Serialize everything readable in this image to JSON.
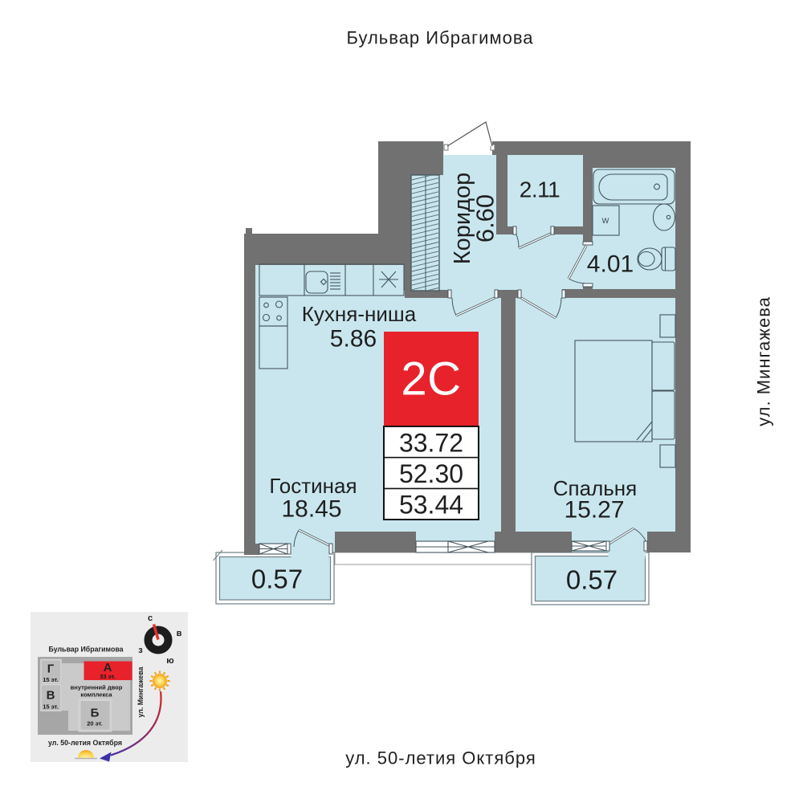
{
  "streets": {
    "top": "Бульвар Ибрагимова",
    "right": "ул. Мингажева",
    "bottom": "ул. 50-летия Октября"
  },
  "unit": {
    "type": "2C",
    "area_living": "33.72",
    "area_main": "52.30",
    "area_total": "53.44"
  },
  "rooms": {
    "corridor": {
      "name": "Коридор",
      "area": "6.60"
    },
    "storage": {
      "area": "2.11"
    },
    "bathroom": {
      "area": "4.01"
    },
    "kitchen": {
      "name": "Кухня-ниша",
      "area": "5.86"
    },
    "living": {
      "name": "Гостиная",
      "area": "18.45"
    },
    "bedroom": {
      "name": "Спальня",
      "area": "15.27"
    },
    "balcony_left": {
      "area": "0.57"
    },
    "balcony_right": {
      "area": "0.57"
    },
    "washer_label": "w"
  },
  "minimap": {
    "street_top": "Бульвар Ибрагимова",
    "street_right": "ул. Мингажева",
    "street_bottom": "ул. 50-летия Октября",
    "courtyard_line1": "внутренний двор",
    "courtyard_line2": "комплекса",
    "building_g": {
      "label": "Г",
      "floors": "15 эт."
    },
    "building_v": {
      "label": "В",
      "floors": "15 эт."
    },
    "building_a": {
      "label": "А",
      "floors": "33 эт."
    },
    "building_b": {
      "label": "Б",
      "floors": "20 эт."
    },
    "compass": {
      "north": "с",
      "east": "в",
      "west": "з",
      "south": "ю"
    }
  },
  "colors": {
    "wall": "#717171",
    "room_fill": "#c9e6ee",
    "line": "#44545c",
    "accent_red": "#e8222b",
    "text": "#1f1f1f"
  }
}
